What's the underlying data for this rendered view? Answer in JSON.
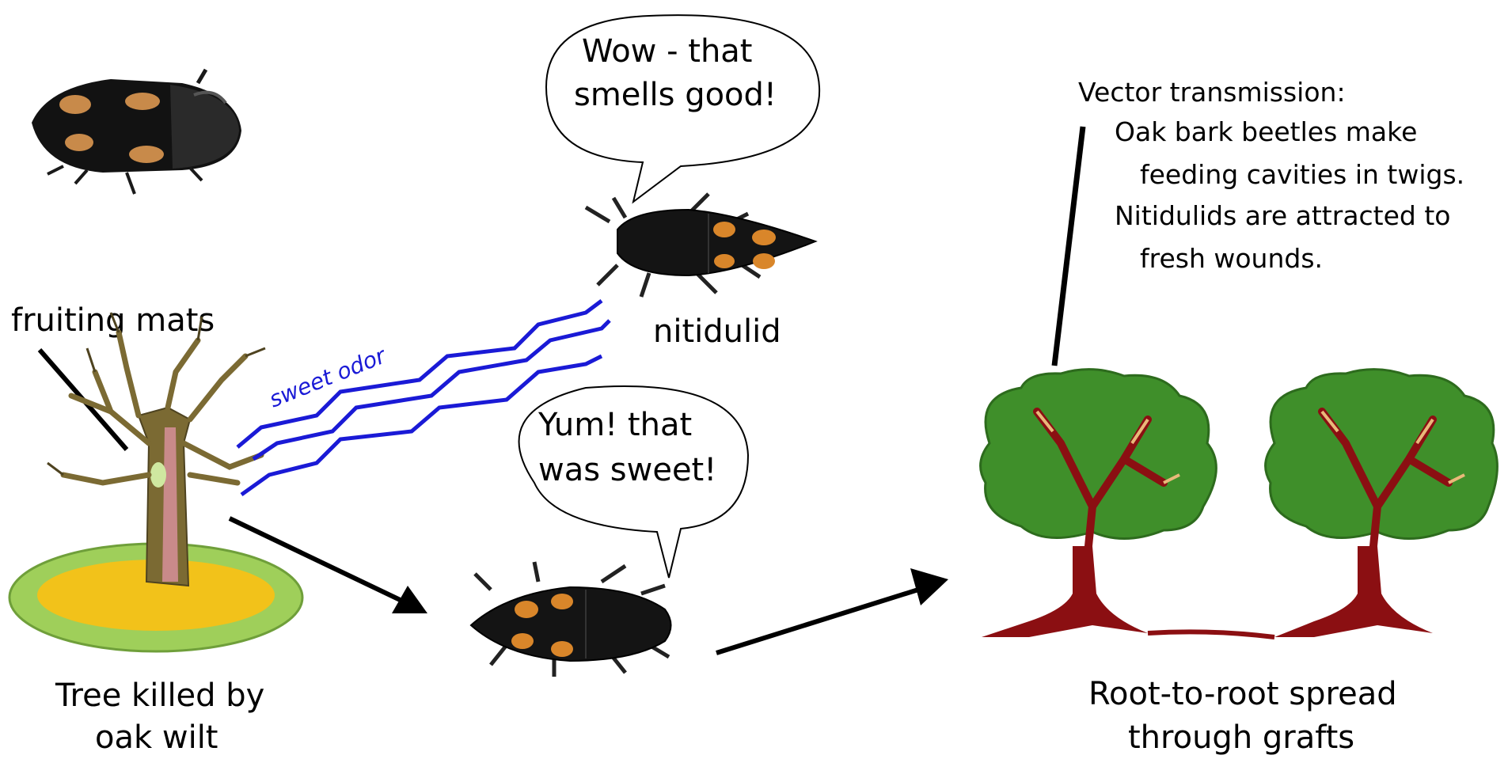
{
  "diagram": {
    "labels": {
      "fruiting_mats": "fruiting mats",
      "dead_tree_line1": "Tree killed by",
      "dead_tree_line2": "oak wilt",
      "nitidulid": "nitidulid",
      "sweet_odor": "sweet odor",
      "root_spread_line1": "Root-to-root spread",
      "root_spread_line2": "through grafts"
    },
    "bubbles": {
      "smell_line1": "Wow - that",
      "smell_line2": "smells good!",
      "taste_line1": "Yum! that",
      "taste_line2": "was sweet!"
    },
    "vector_note": {
      "title": "Vector transmission:",
      "line1": "Oak bark beetles make",
      "line2": "feeding cavities in twigs.",
      "line3": "Nitidulids are attracted to",
      "line4": "fresh wounds."
    },
    "colors": {
      "odor_lines": "#1a1ad6",
      "foliage": "#3f8f2a",
      "trunk_dead": "#7b6a33",
      "trunk_live": "#8b0f12",
      "fungal_mat": "#c98a8a",
      "ground_grass": "#9fcf5a",
      "ground_leaves": "#f2c21a",
      "beetle_body": "#141414",
      "beetle_spots": "#d9862a"
    }
  }
}
